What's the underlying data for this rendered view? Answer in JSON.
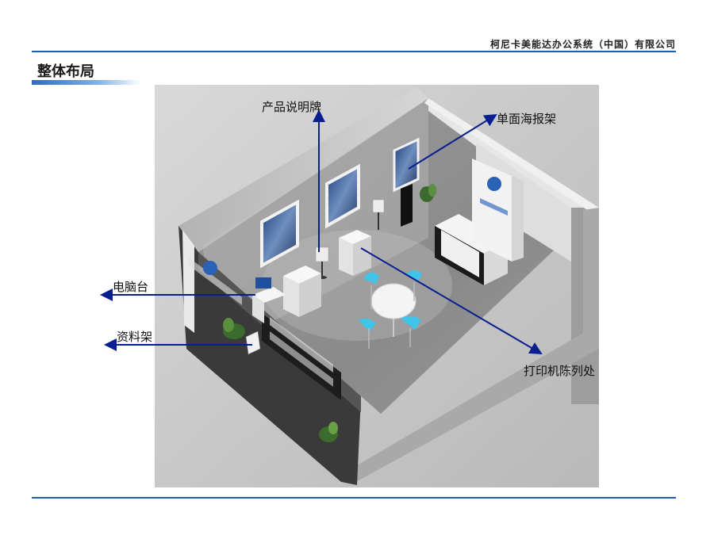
{
  "header": {
    "company": "柯尼卡美能达办公系统（中国）有限公司",
    "section_title": "整体布局"
  },
  "callouts": {
    "product_sign": "产品说明牌",
    "poster_stand": "单面海报架",
    "computer_desk": "电脑台",
    "brochure_rack": "资料架",
    "printer_display": "打印机陈列处"
  },
  "colors": {
    "accent": "#1f5fb0",
    "arrow": "#0a1f8f",
    "chair": "#3fc4ea"
  }
}
